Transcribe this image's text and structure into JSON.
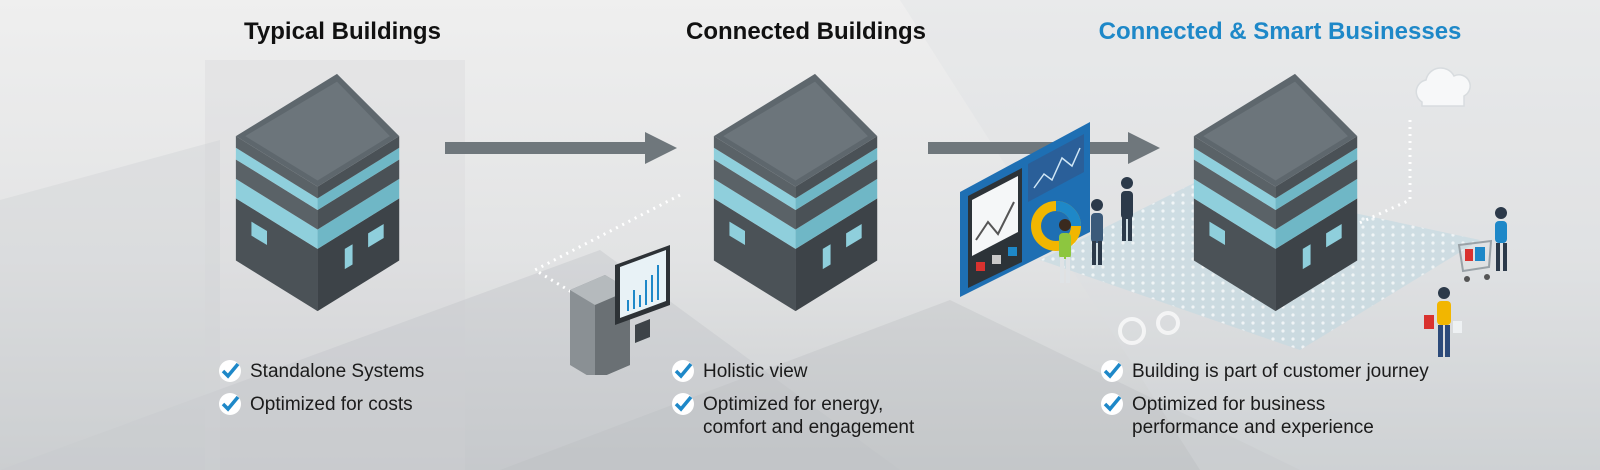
{
  "stages": [
    {
      "title": "Typical Buildings",
      "bullets": [
        "Standalone Systems",
        "Optimized for costs"
      ]
    },
    {
      "title": "Connected Buildings",
      "bullets": [
        "Holistic view",
        "Optimized for energy,",
        "comfort and engagement"
      ]
    },
    {
      "title": "Connected & Smart Businesses",
      "bullets": [
        "Building is part of customer journey",
        "Optimized for business",
        "performance and experience"
      ]
    }
  ],
  "colors": {
    "title_accent": "#1e88c8",
    "check": "#1e88c8",
    "arrow": "#6f777c",
    "building_roof": "#5e676d",
    "building_glass": "#8fcfdc",
    "building_wall": "#4b5257"
  }
}
